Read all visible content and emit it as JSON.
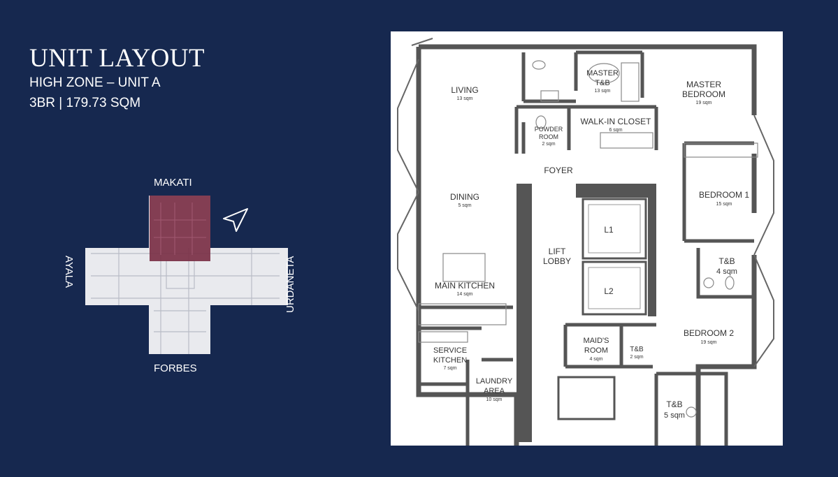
{
  "header": {
    "title": "UNIT LAYOUT",
    "zone": "HIGH ZONE – UNIT A",
    "spec": "3BR | 179.73 SQM"
  },
  "key_plan": {
    "north": "MAKATI",
    "west": "AYALA",
    "east": "URDANETA",
    "south": "FORBES",
    "highlight_color": "#7a2f45"
  },
  "rooms": {
    "living": {
      "name": "LIVING",
      "area": "13 sqm"
    },
    "master_tb": {
      "name1": "MASTER",
      "name2": "T&B",
      "area": "13 sqm"
    },
    "master_bedroom": {
      "name1": "MASTER",
      "name2": "BEDROOM",
      "area": "19 sqm"
    },
    "powder": {
      "name1": "POWDER",
      "name2": "ROOM",
      "area": "2 sqm"
    },
    "walkin": {
      "name": "WALK-IN CLOSET",
      "area": "6 sqm"
    },
    "foyer": {
      "name": "FOYER"
    },
    "dining": {
      "name": "DINING",
      "area": "5 sqm"
    },
    "bedroom1": {
      "name": "BEDROOM 1",
      "area": "15 sqm"
    },
    "l1": {
      "name": "L1"
    },
    "lift_lobby": {
      "name1": "LIFT",
      "name2": "LOBBY"
    },
    "tb4": {
      "name": "T&B",
      "area": "4 sqm"
    },
    "l2": {
      "name": "L2"
    },
    "main_kitchen": {
      "name": "MAIN KITCHEN",
      "area": "14 sqm"
    },
    "maids_room": {
      "name1": "MAID'S",
      "name2": "ROOM",
      "area": "4 sqm"
    },
    "tb2": {
      "name": "T&B",
      "area": "2 sqm"
    },
    "bedroom2": {
      "name": "BEDROOM 2",
      "area": "19 sqm"
    },
    "service_kitchen": {
      "name1": "SERVICE",
      "name2": "KITCHEN",
      "area": "7 sqm"
    },
    "laundry": {
      "name1": "LAUNDRY",
      "name2": "AREA",
      "area": "10 sqm"
    },
    "tb5": {
      "name": "T&B",
      "area": "5 sqm"
    }
  }
}
